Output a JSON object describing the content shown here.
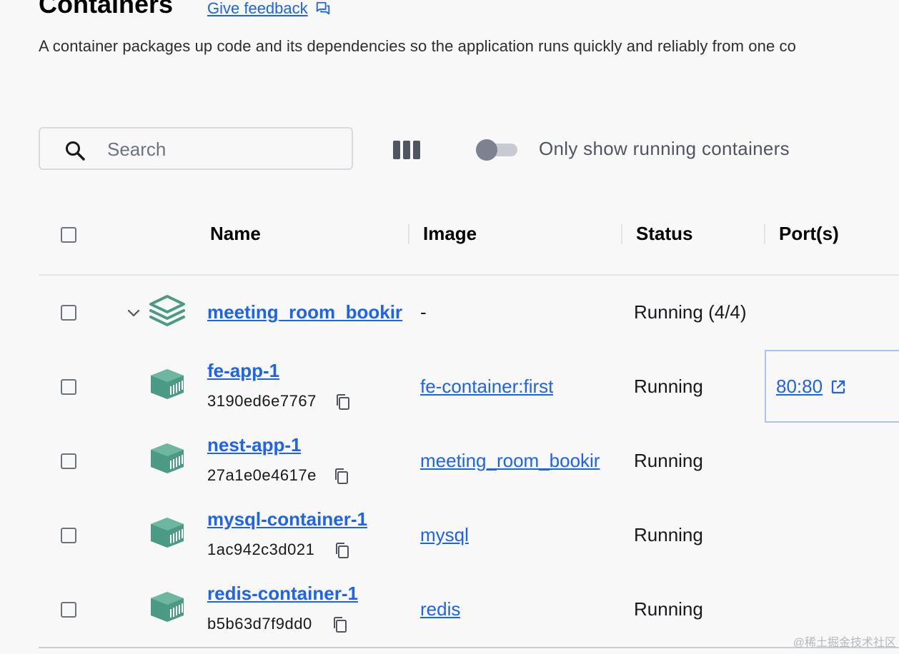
{
  "header": {
    "title": "Containers",
    "feedback_label": "Give feedback",
    "description": "A container packages up code and its dependencies so the application runs quickly and reliably from one co"
  },
  "toolbar": {
    "search_placeholder": "Search",
    "search_value": "",
    "running_toggle_label": "Only show running containers",
    "running_toggle_on": false
  },
  "table": {
    "columns": {
      "name": "Name",
      "image": "Image",
      "status": "Status",
      "ports": "Port(s)"
    },
    "group": {
      "name": "meeting_room_bookir",
      "image": "-",
      "status": "Running (4/4)"
    },
    "containers": [
      {
        "name": "fe-app-1",
        "id": "3190ed6e7767",
        "image": "fe-container:first",
        "status": "Running",
        "port": "80:80"
      },
      {
        "name": "nest-app-1",
        "id": "27a1e0e4617e",
        "image": "meeting_room_bookir",
        "status": "Running",
        "port": ""
      },
      {
        "name": "mysql-container-1",
        "id": "1ac942c3d021",
        "image": "mysql",
        "status": "Running",
        "port": ""
      },
      {
        "name": "redis-container-1",
        "id": "b5b63d7f9dd0",
        "image": "redis",
        "status": "Running",
        "port": ""
      }
    ]
  },
  "watermark": "@稀土掘金技术社区",
  "colors": {
    "link": "#1d63ed",
    "container_icon": "#4b9a84",
    "background": "#f8f8f8"
  },
  "icons": {
    "feedback": "feedback-icon",
    "search": "search-icon",
    "columns": "columns-icon",
    "chevron": "chevron-down-icon",
    "stack": "stack-icon",
    "container": "container-icon",
    "copy": "copy-icon",
    "external_link": "external-link-icon"
  }
}
